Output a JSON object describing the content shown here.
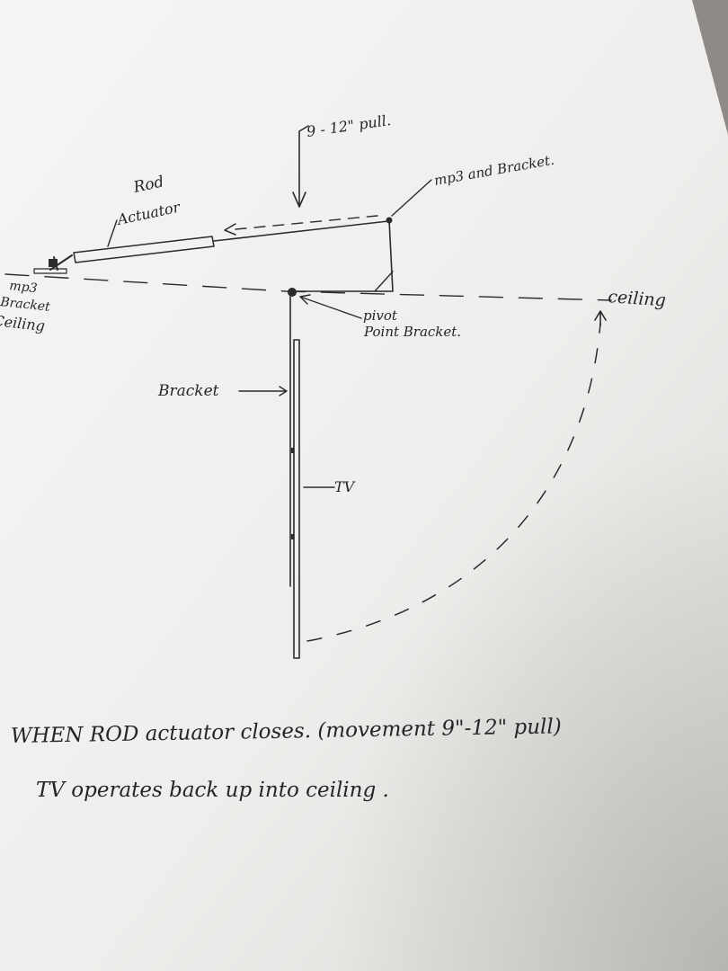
{
  "labels": {
    "pull_top": "9 - 12\" pull.",
    "rod_actuator_1": "Rod",
    "rod_actuator_2": "Actuator",
    "mp3_bracket_right": "mp3 and Bracket.",
    "mp3_bracket_left_1": "mp3",
    "mp3_bracket_left_2": "Bracket",
    "ceiling_left": "Ceiling",
    "ceiling_right": "ceiling",
    "pivot_1": "pivot",
    "pivot_2": "Point Bracket.",
    "bracket": "Bracket",
    "tv": "TV"
  },
  "caption": {
    "line1": "WHEN ROD actuator closes. (movement 9\"-12\" pull)",
    "line2": "TV operates back up into ceiling ."
  },
  "colors": {
    "paper": "#f2f1ef",
    "ink": "#2b2a2c",
    "background": "#8e8b86"
  }
}
